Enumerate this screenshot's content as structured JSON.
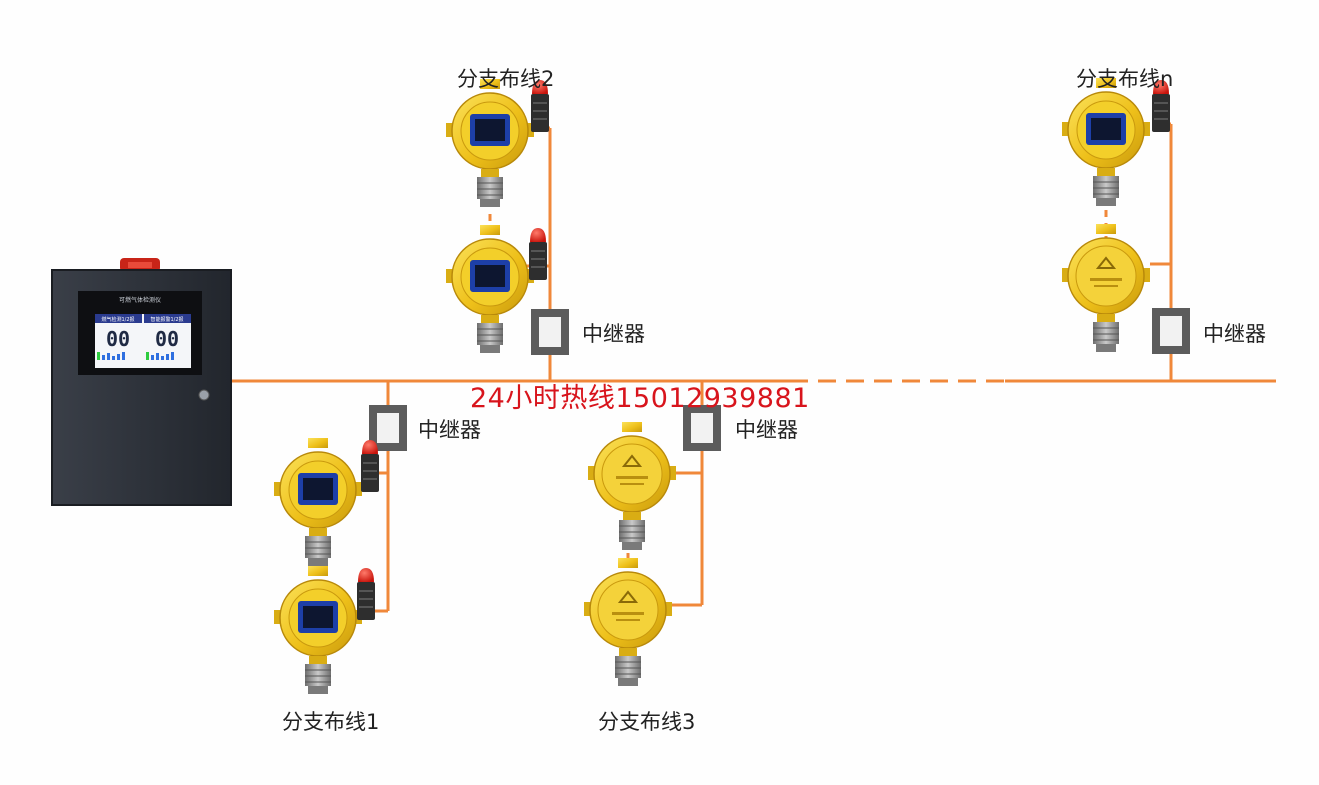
{
  "controller": {
    "title": "可燃气体检测仪",
    "panels": [
      {
        "caption": "燃气检测1/2报",
        "value": "00"
      },
      {
        "caption": "智能报警1/2报",
        "value": "00"
      }
    ]
  },
  "hotline": "24小时热线15012939881",
  "labels": {
    "branch1": "分支布线1",
    "branch2": "分支布线2",
    "branch3": "分支布线3",
    "branchn": "分支布线n",
    "repeater": "中继器"
  },
  "colors": {
    "wire": "#f0883a",
    "hotline": "#d8141c",
    "detector": "#f2c81a",
    "screen": "#1d3fa8",
    "cabinet": "#2b3038"
  }
}
